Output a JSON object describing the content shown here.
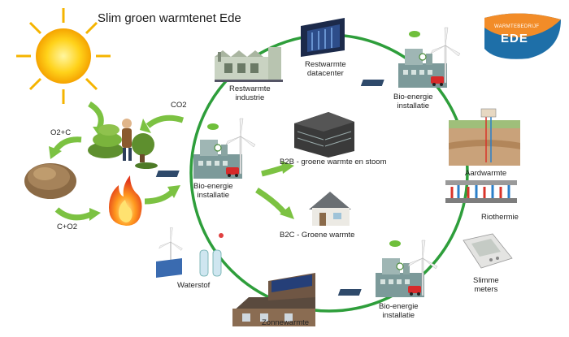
{
  "title": "Slim groen warmtenet Ede",
  "logo": {
    "line1": "WARMTEBEDRIJF",
    "line2": "EDE"
  },
  "colors": {
    "ring": "#2e9e3b",
    "arrow": "#7cc242",
    "logo_orange": "#f28c28",
    "logo_blue": "#1e6fa8"
  },
  "cycle": {
    "co2": "CO2",
    "o2c": "O2+C",
    "co2_bottom": "C+O2"
  },
  "nodes": {
    "datacenter": {
      "line1": "Restwarmte",
      "line2": "datacenter"
    },
    "industrie": {
      "line1": "Restwarmte",
      "line2": "industrie"
    },
    "bio_top_right": {
      "line1": "Bio-energie",
      "line2": "installatie"
    },
    "bio_center": {
      "line1": "Bio-energie",
      "line2": "installatie"
    },
    "bio_bottom_right": {
      "line1": "Bio-energie",
      "line2": "installatie"
    },
    "b2b": "B2B - groene warmte en stoom",
    "b2c": "B2C - Groene warmte",
    "aardwarmte": "Aardwarmte",
    "riothermie": "Riothermie",
    "slimme": {
      "line1": "Slimme",
      "line2": "meters"
    },
    "waterstof": "Waterstof",
    "zonnewarmte": "Zonnewarmte"
  }
}
